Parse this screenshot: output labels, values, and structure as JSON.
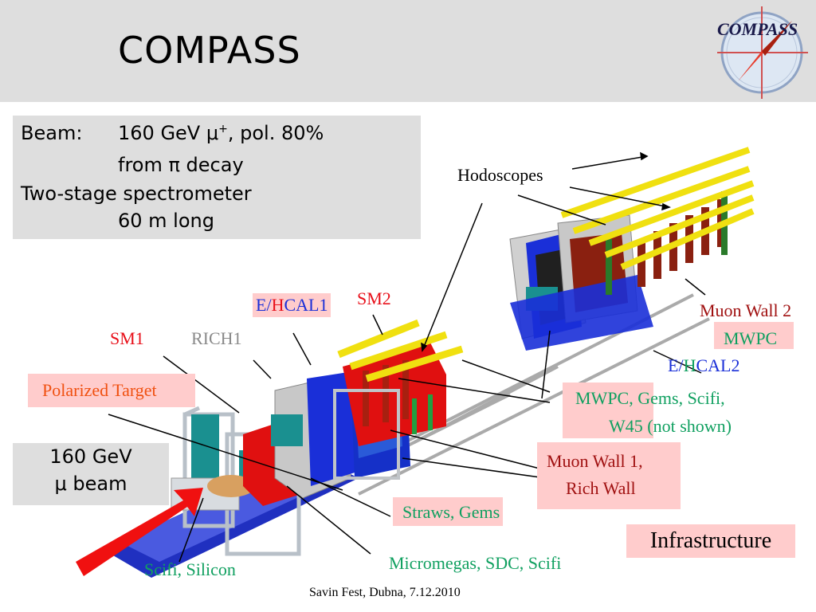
{
  "header": {
    "title": "COMPASS",
    "logo_text": "COMPASS"
  },
  "beam_box": {
    "line1_key": "Beam:",
    "line1_val": "160 GeV μ",
    "line1_sup": "+",
    "line1_rest": ", pol. 80%",
    "line2": "from π decay",
    "line3": "Two-stage spectrometer",
    "line4": "60 m long"
  },
  "labels": {
    "hodoscopes": "Hodoscopes",
    "sm2": "SM2",
    "ehcal1_e": "E/",
    "ehcal1_h": "H",
    "ehcal1_rest": "CAL1",
    "sm1": "SM1",
    "rich1": "RICH1",
    "polarized_target": "Polarized Target",
    "muon_wall2": "Muon Wall 2",
    "mwpc_right": "MWPC",
    "ehcal2_e": "E/",
    "ehcal2_h": "H",
    "ehcal2_rest": "CAL2",
    "mwpc_gems_1": "MWPC,",
    "mwpc_gems_2": "Gems, Scifi,",
    "w45": "W45",
    "not_shown": "(not shown)",
    "muon_wall1": "Muon Wall 1,",
    "rich_wall": "Rich Wall",
    "straws": "Straws,",
    "gems": "Gems",
    "infrastructure": "Infrastructure",
    "micromegas": "Micromegas,  SDC, Scifi",
    "scifi_silicon": "Scifi, Silicon"
  },
  "beam_label": {
    "line1": "160 GeV",
    "line2": "μ beam"
  },
  "footer": "Savin Fest, Dubna, 7.12.2010",
  "colors": {
    "header_bg": "#dedede",
    "pink_box": "#ffcccc",
    "red": "#e8101a",
    "blue": "#1a2fd8",
    "green": "#10a060",
    "dark_red": "#a01010"
  }
}
